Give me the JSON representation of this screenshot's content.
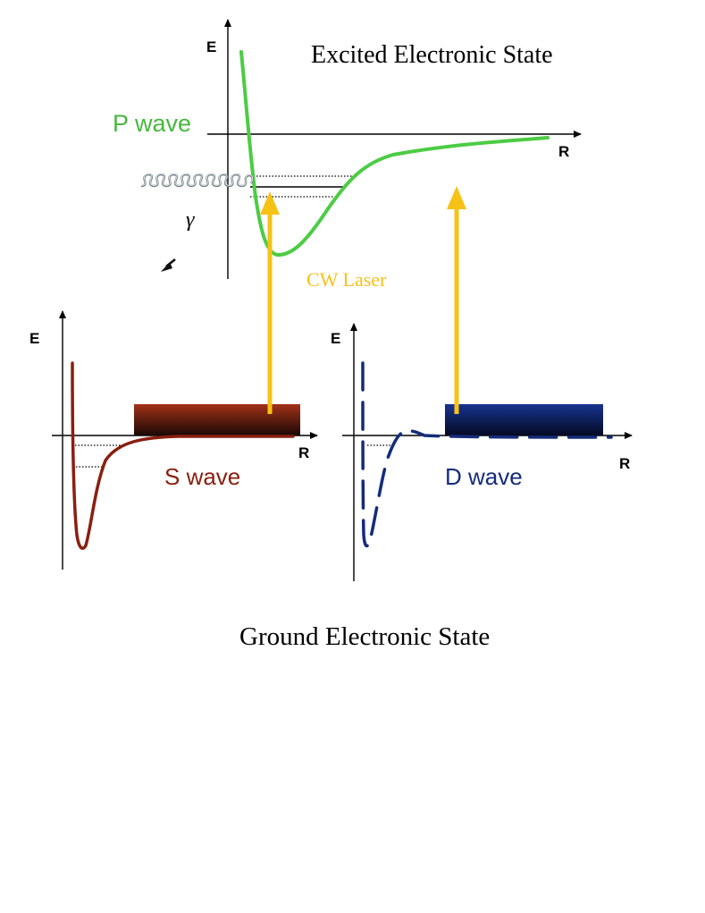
{
  "excited": {
    "title": "Excited Electronic State",
    "wave_label": "P wave",
    "axis_e": "E",
    "axis_r": "R",
    "photon_symbol": "γ",
    "curve_color": "#4ccc44"
  },
  "laser": {
    "label": "CW Laser",
    "color": "#f7c216"
  },
  "ground": {
    "title": "Ground Electronic State",
    "s_panel": {
      "wave_label": "S wave",
      "axis_e": "E",
      "axis_r": "R",
      "curve_color": "#8a1f10"
    },
    "d_panel": {
      "wave_label": "D wave",
      "axis_e": "E",
      "axis_r": "R",
      "curve_color": "#142c7a"
    }
  }
}
